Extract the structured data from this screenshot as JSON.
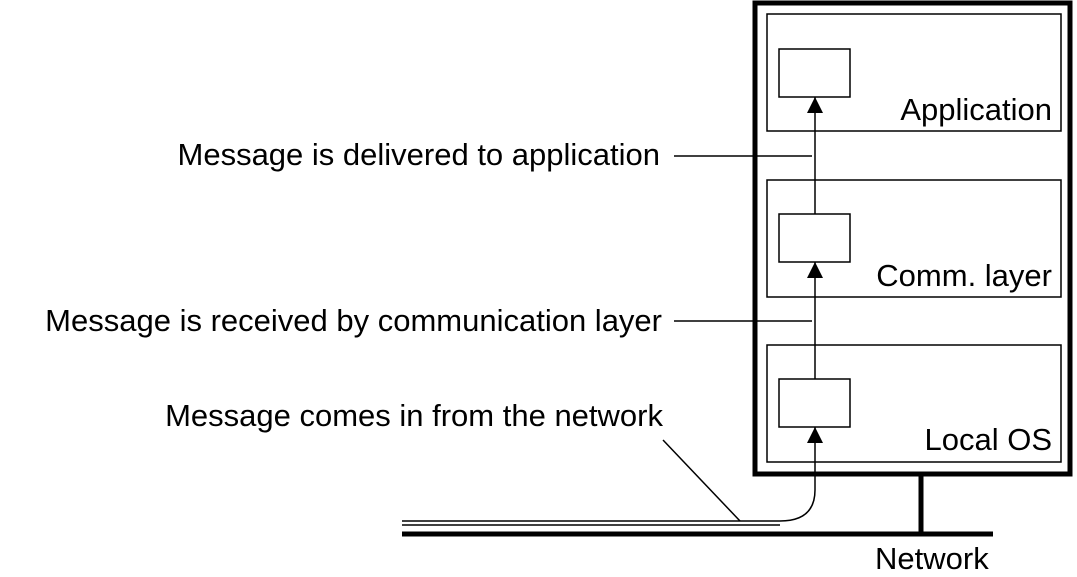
{
  "diagram": {
    "layers": [
      {
        "label": "Application"
      },
      {
        "label": "Comm. layer"
      },
      {
        "label": "Local OS"
      }
    ],
    "annotations": {
      "delivered": "Message is delivered to application",
      "received": "Message is received by communication layer",
      "incoming": "Message comes in from the network"
    },
    "network_label": "Network",
    "colors": {
      "stroke": "#000000",
      "background": "#ffffff"
    }
  }
}
